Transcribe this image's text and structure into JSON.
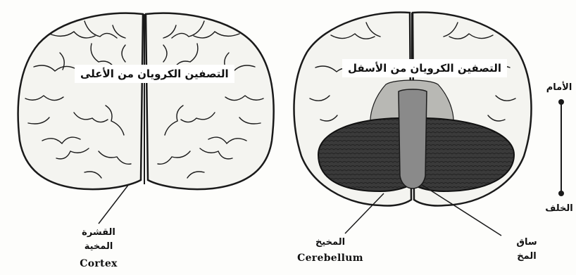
{
  "figure": {
    "left_view": {
      "caption": "التصفين الكرويان من الأعلى",
      "label_cortex_ar_line1": "القشرة",
      "label_cortex_ar_line2": "المخية",
      "label_cortex_en": "Cortex"
    },
    "right_view": {
      "caption": "التصفين الكرويان من الأسفل",
      "label_cerebellum_ar": "المخيخ",
      "label_cerebellum_en": "Cerebellum",
      "label_brainstem_ar_line1": "ساق",
      "label_brainstem_ar_line2": "المخ"
    },
    "orientation": {
      "front_label": "الأمام",
      "back_label": "الخلف"
    }
  },
  "colors": {
    "outline": "#1a1a1a",
    "hemisphere_fill": "#f4f4f0",
    "cerebellum_fill": "#3a3a3a",
    "brainstem_fill": "#8a8a8a",
    "caption_bg": "#ffffff"
  }
}
